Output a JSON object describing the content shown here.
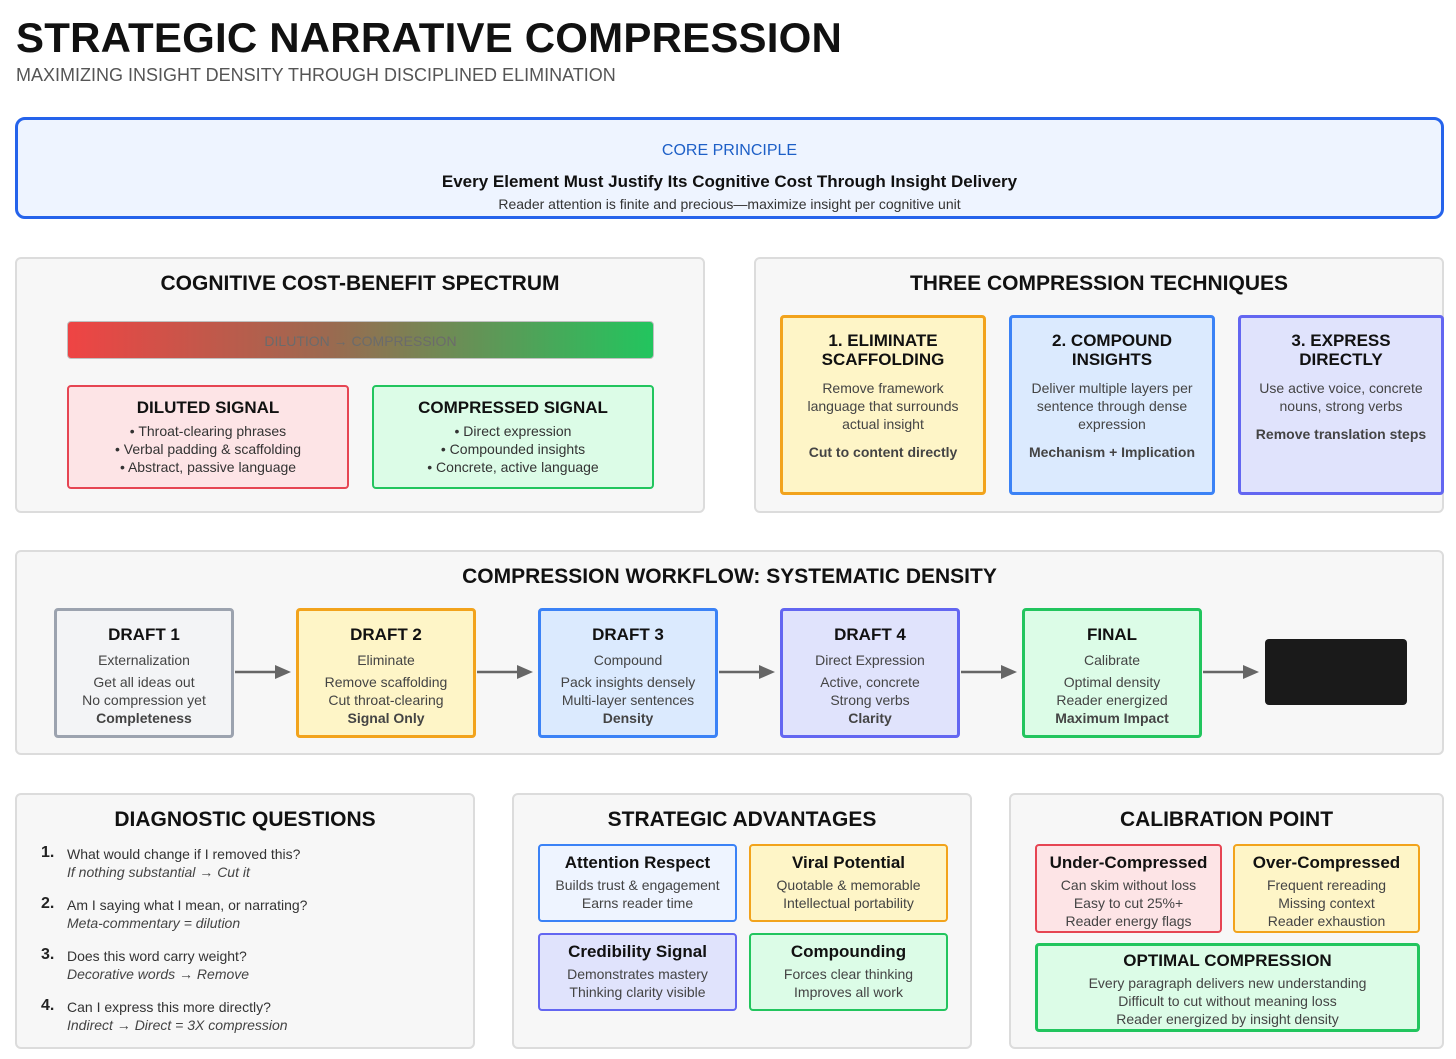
{
  "header": {
    "title": "STRATEGIC NARRATIVE COMPRESSION",
    "subtitle": "MAXIMIZING INSIGHT DENSITY THROUGH DISCIPLINED ELIMINATION"
  },
  "core": {
    "label": "CORE PRINCIPLE",
    "principle": "Every Element Must Justify Its Cognitive Cost Through Insight Delivery",
    "sub": "Reader attention is finite and precious—maximize insight per cognitive unit"
  },
  "spectrum": {
    "title": "COGNITIVE COST-BENEFIT SPECTRUM",
    "bar_label": "DILUTION → COMPRESSION",
    "diluted": {
      "title": "DILUTED SIGNAL",
      "items": [
        "• Throat-clearing phrases",
        "• Verbal padding & scaffolding",
        "• Abstract, passive language"
      ]
    },
    "compressed": {
      "title": "COMPRESSED SIGNAL",
      "items": [
        "• Direct expression",
        "• Compounded insights",
        "• Concrete, active language"
      ]
    }
  },
  "techniques": {
    "title": "THREE COMPRESSION TECHNIQUES",
    "items": [
      {
        "title": "1. ELIMINATE SCAFFOLDING",
        "desc": "Remove framework language that surrounds actual insight",
        "emphasis": "Cut to content directly"
      },
      {
        "title": "2. COMPOUND INSIGHTS",
        "desc": "Deliver multiple layers per sentence through dense expression",
        "emphasis": "Mechanism + Implication"
      },
      {
        "title": "3. EXPRESS DIRECTLY",
        "desc": "Use active voice, concrete nouns, strong verbs",
        "emphasis": "Remove translation steps"
      }
    ]
  },
  "workflow": {
    "title": "COMPRESSION WORKFLOW: SYSTEMATIC DENSITY",
    "drafts": [
      {
        "title": "DRAFT 1",
        "sub": "Externalization",
        "line1": "Get all ideas out",
        "line2": "No compression yet",
        "key": "Completeness"
      },
      {
        "title": "DRAFT 2",
        "sub": "Eliminate",
        "line1": "Remove scaffolding",
        "line2": "Cut throat-clearing",
        "key": "Signal Only"
      },
      {
        "title": "DRAFT 3",
        "sub": "Compound",
        "line1": "Pack insights densely",
        "line2": "Multi-layer sentences",
        "key": "Density"
      },
      {
        "title": "DRAFT 4",
        "sub": "Direct Expression",
        "line1": "Active, concrete",
        "line2": "Strong verbs",
        "key": "Clarity"
      },
      {
        "title": "FINAL",
        "sub": "Calibrate",
        "line1": "Optimal density",
        "line2": "Reader energized",
        "key": "Maximum Impact"
      }
    ]
  },
  "diagnostic": {
    "title": "DIAGNOSTIC QUESTIONS",
    "questions": [
      {
        "num": "1.",
        "text": "What would change if I removed this?",
        "answer": "If nothing substantial → Cut it"
      },
      {
        "num": "2.",
        "text": "Am I saying what I mean, or narrating?",
        "answer": "Meta-commentary = dilution"
      },
      {
        "num": "3.",
        "text": "Does this word carry weight?",
        "answer": "Decorative words → Remove"
      },
      {
        "num": "4.",
        "text": "Can I express this more directly?",
        "answer": "Indirect → Direct = 3X compression"
      }
    ]
  },
  "advantages": {
    "title": "STRATEGIC ADVANTAGES",
    "items": [
      {
        "title": "Attention Respect",
        "line1": "Builds trust & engagement",
        "line2": "Earns reader time"
      },
      {
        "title": "Viral Potential",
        "line1": "Quotable & memorable",
        "line2": "Intellectual portability"
      },
      {
        "title": "Credibility Signal",
        "line1": "Demonstrates mastery",
        "line2": "Thinking clarity visible"
      },
      {
        "title": "Compounding",
        "line1": "Forces clear thinking",
        "line2": "Improves all work"
      }
    ]
  },
  "calibration": {
    "title": "CALIBRATION POINT",
    "under": {
      "title": "Under-Compressed",
      "lines": [
        "Can skim without loss",
        "Easy to cut 25%+",
        "Reader energy flags"
      ]
    },
    "over": {
      "title": "Over-Compressed",
      "lines": [
        "Frequent rereading",
        "Missing context",
        "Reader exhaustion"
      ]
    },
    "optimal": {
      "title": "OPTIMAL COMPRESSION",
      "lines": [
        "Every paragraph delivers new understanding",
        "Difficult to cut without meaning loss",
        "Reader energized by insight density"
      ]
    }
  },
  "colors": {
    "core_border": "#2563eb",
    "red": "#e64553",
    "green": "#22c55e",
    "orange": "#f2a31c",
    "blue": "#3b82f6",
    "indigo": "#6366f1",
    "gray": "#9ca3af"
  }
}
